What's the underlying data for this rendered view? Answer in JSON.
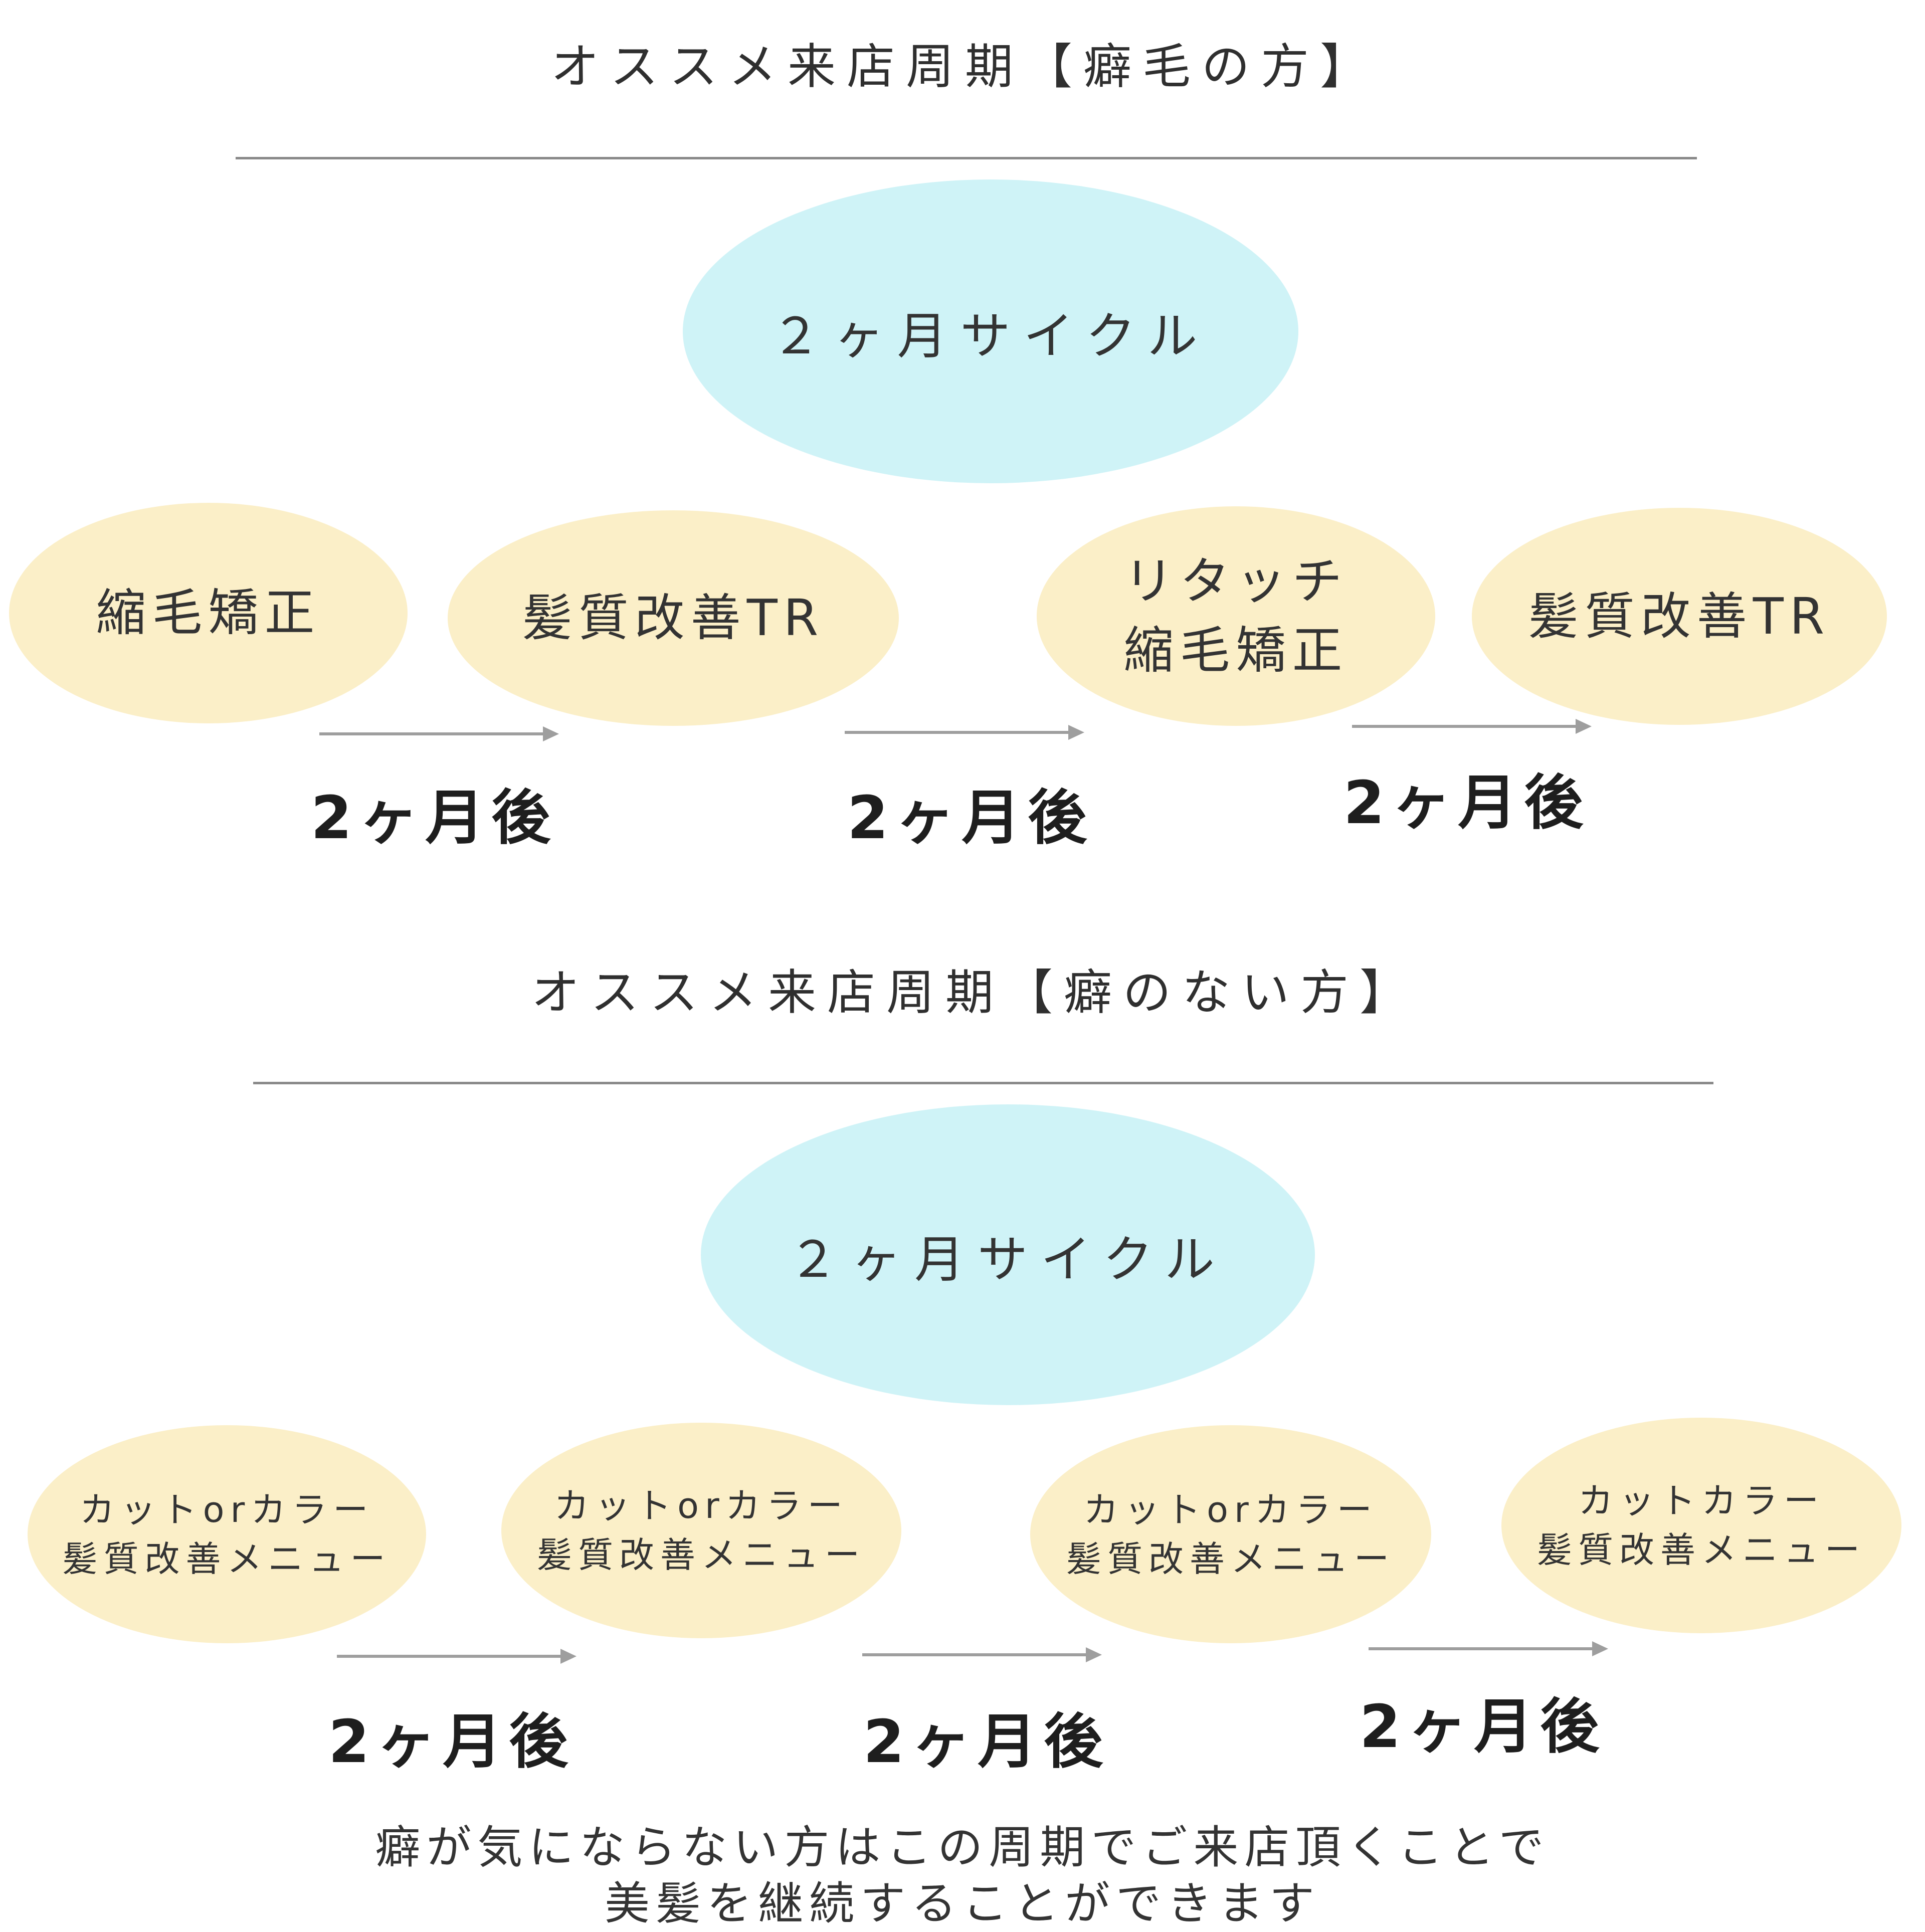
{
  "colors": {
    "cycle_fill": "#cff3f7",
    "step_fill": "#fbefc8",
    "arrow": "#9e9e9e",
    "rule": "#8a8a8a"
  },
  "section1": {
    "title": "オススメ来店周期【癖毛の方】",
    "cycle_label": "２ヶ月サイクル",
    "steps": [
      {
        "lines": [
          "縮毛矯正"
        ]
      },
      {
        "lines": [
          "髪質改善TR"
        ]
      },
      {
        "lines": [
          "リタッチ",
          "縮毛矯正"
        ]
      },
      {
        "lines": [
          "髪質改善TR"
        ]
      }
    ],
    "intervals": [
      "2ヶ月後",
      "2ヶ月後",
      "2ヶ月後"
    ]
  },
  "section2": {
    "title": "オススメ来店周期【癖のない方】",
    "cycle_label": "２ヶ月サイクル",
    "steps": [
      {
        "lines": [
          "カットorカラー",
          "髪質改善メニュー"
        ]
      },
      {
        "lines": [
          "カットorカラー",
          "髪質改善メニュー"
        ]
      },
      {
        "lines": [
          "カットorカラー",
          "髪質改善メニュー"
        ]
      },
      {
        "lines": [
          "カットカラー",
          "髪質改善メニュー"
        ]
      }
    ],
    "intervals": [
      "2ヶ月後",
      "2ヶ月後",
      "2ヶ月後"
    ]
  },
  "footer": {
    "lines": [
      "癖が気にならない方はこの周期でご来店頂くことで",
      "美髪を継続することができます"
    ]
  }
}
